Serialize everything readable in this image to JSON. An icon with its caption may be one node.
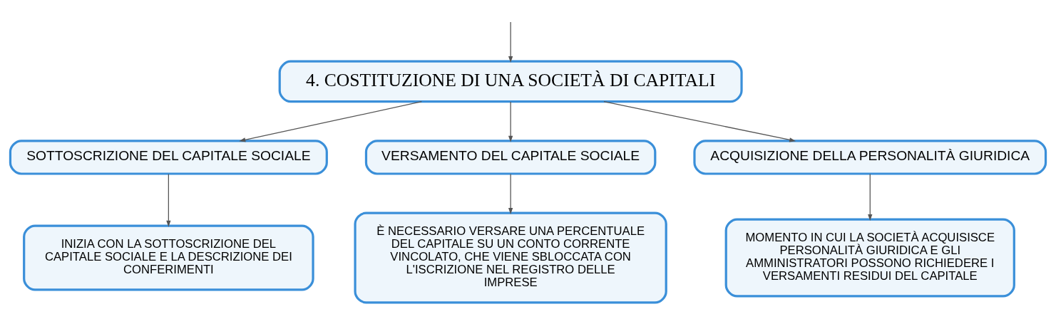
{
  "diagram": {
    "nodes": [
      {
        "text": [
          "4. COSTITUZIONE DI UNA SOCIETÀ DI CAPITALI"
        ]
      },
      {
        "text": [
          "SOTTOSCRIZIONE DEL CAPITALE SOCIALE"
        ]
      },
      {
        "text": [
          "VERSAMENTO DEL CAPITALE SOCIALE"
        ]
      },
      {
        "text": [
          "ACQUISIZIONE DELLA PERSONALITÀ GIURIDICA"
        ]
      },
      {
        "text": [
          "INIZIA CON LA SOTTOSCRIZIONE DEL CAPITALE SOCIALE E LA DESCRIZIONE DEI CONFERIMENTI"
        ]
      },
      {
        "text": [
          "È NECESSARIO VERSARE UNA PERCENTUALE DEL CAPITALE SU UN CONTO CORRENTE VINCOLATO, CHE VIENE SBLOCCATA CON L'ISCRIZIONE NEL REGISTRO DELLE IMPRESE"
        ]
      },
      {
        "text": [
          "MOMENTO IN CUI LA SOCIETÀ ACQUISISCE PERSONALITÀ GIURIDICA E GLI AMMINISTRATORI POSSONO RICHIEDERE I VERSAMENTI RESIDUI DEL CAPITALE"
        ]
      }
    ],
    "edges": [
      {
        "from": null,
        "to": 0,
        "arrow": "to"
      },
      {
        "from": 0,
        "to": 1,
        "arrow": "to"
      },
      {
        "from": 0,
        "to": 2,
        "arrow": "to"
      },
      {
        "from": 0,
        "to": 3,
        "arrow": "to"
      },
      {
        "from": 1,
        "to": 4,
        "arrow": "to"
      },
      {
        "from": 2,
        "to": 5,
        "arrow": "to"
      },
      {
        "from": 3,
        "to": 6,
        "arrow": "to"
      }
    ]
  }
}
